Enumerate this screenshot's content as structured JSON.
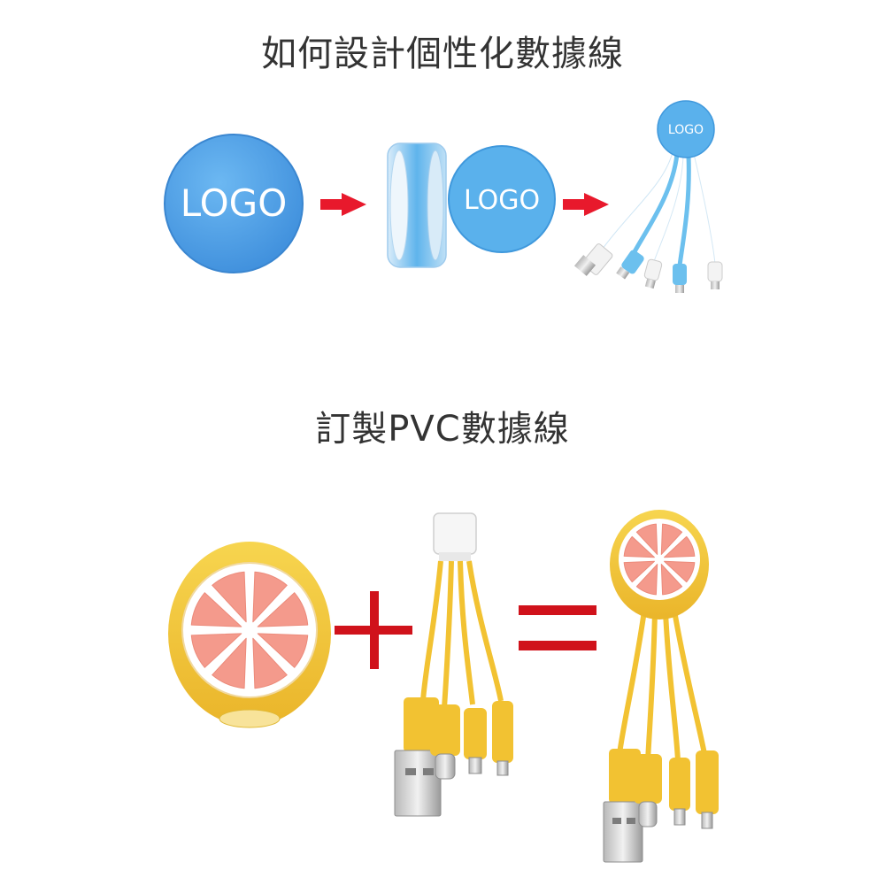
{
  "section1": {
    "title": "如何設計個性化數據線",
    "logo_label": "LOGO"
  },
  "section2": {
    "title": "訂製PVC數據線"
  },
  "colors": {
    "logo_blue": "#4aa3e8",
    "cable_blue": "#6cc0ee",
    "arrow_red": "#e8192c",
    "operator_red": "#d0121b",
    "fruit_yellow": "#f4c83a",
    "fruit_pink": "#f49a8c"
  }
}
